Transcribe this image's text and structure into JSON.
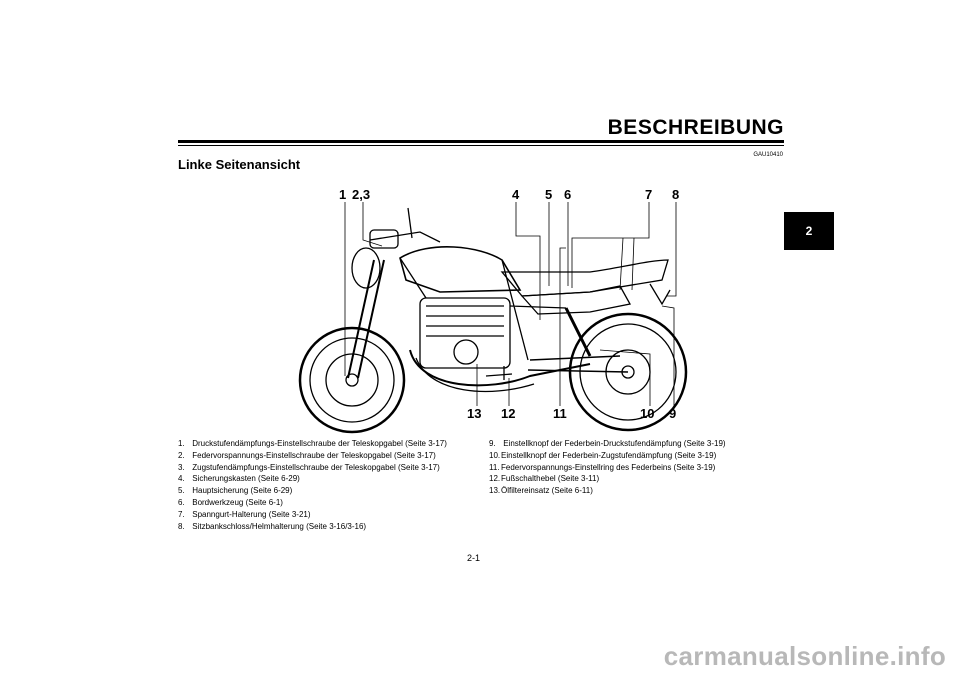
{
  "header": {
    "section_title": "BESCHREIBUNG",
    "doc_code": "GAU10410",
    "subtitle": "Linke Seitenansicht"
  },
  "chapter_tab": "2",
  "figure": {
    "callouts_top": [
      "1",
      "2,3",
      "4",
      "5",
      "6",
      "7",
      "8"
    ],
    "callouts_bottom": [
      "13",
      "12",
      "11",
      "10",
      "9"
    ]
  },
  "legend_left": [
    {
      "num": "1.",
      "text": "Druckstufendämpfungs-Einstellschraube der Teleskopgabel (Seite 3-17)"
    },
    {
      "num": "2.",
      "text": "Federvorspannungs-Einstellschraube der Teleskopgabel (Seite 3-17)"
    },
    {
      "num": "3.",
      "text": "Zugstufendämpfungs-Einstellschraube der Teleskopgabel (Seite 3-17)"
    },
    {
      "num": "4.",
      "text": "Sicherungskasten (Seite 6-29)"
    },
    {
      "num": "5.",
      "text": "Hauptsicherung (Seite 6-29)"
    },
    {
      "num": "6.",
      "text": "Bordwerkzeug (Seite 6-1)"
    },
    {
      "num": "7.",
      "text": "Spanngurt-Halterung (Seite 3-21)"
    },
    {
      "num": "8.",
      "text": "Sitzbankschloss/Helmhalterung (Seite 3-16/3-16)"
    }
  ],
  "legend_right": [
    {
      "num": "9.",
      "text": "Einstellknopf der Federbein-Druckstufendämpfung (Seite 3-19)"
    },
    {
      "num": "10.",
      "text": "Einstellknopf der Federbein-Zugstufendämpfung (Seite 3-19)"
    },
    {
      "num": "11.",
      "text": "Federvorspannungs-Einstellring des Federbeins (Seite 3-19)"
    },
    {
      "num": "12.",
      "text": "Fußschalthebel (Seite 3-11)"
    },
    {
      "num": "13.",
      "text": "Ölfiltereinsatz (Seite 6-11)"
    }
  ],
  "page_number": "2-1",
  "watermark": "carmanualsonline.info"
}
